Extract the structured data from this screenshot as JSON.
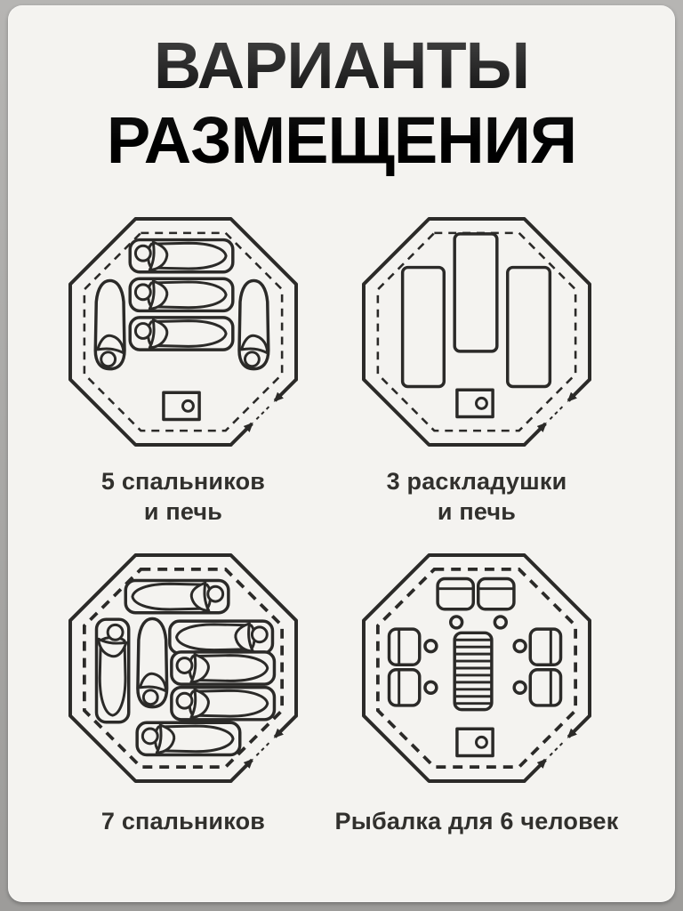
{
  "title": {
    "line1": "ВАРИАНТЫ",
    "line2": "РАЗМЕЩЕНИЯ"
  },
  "colors": {
    "background": "#a8a7a5",
    "card": "#f4f3f0",
    "line_art": "#2b2a28",
    "caption_text": "#31302d",
    "title_gradient_top": "#585858",
    "title_gradient_bottom": "#000000"
  },
  "layouts": [
    {
      "name": "five-sleeping-bags-and-stove",
      "caption_line1": "5 спальников",
      "caption_line2": "и печь",
      "sleeping_bags": 5,
      "stove": true
    },
    {
      "name": "three-cots-and-stove",
      "caption_line1": "3 раскладушки",
      "caption_line2": "и печь",
      "cots": 3,
      "stove": true
    },
    {
      "name": "seven-sleeping-bags",
      "caption_line1": "7 спальников",
      "caption_line2": "",
      "sleeping_bags": 7,
      "stove": false
    },
    {
      "name": "fishing-for-six-people",
      "caption_line1": "Рыбалка для 6 человек",
      "caption_line2": "",
      "chairs": 6,
      "ice_holes": 6,
      "table": true,
      "stove": true
    }
  ]
}
